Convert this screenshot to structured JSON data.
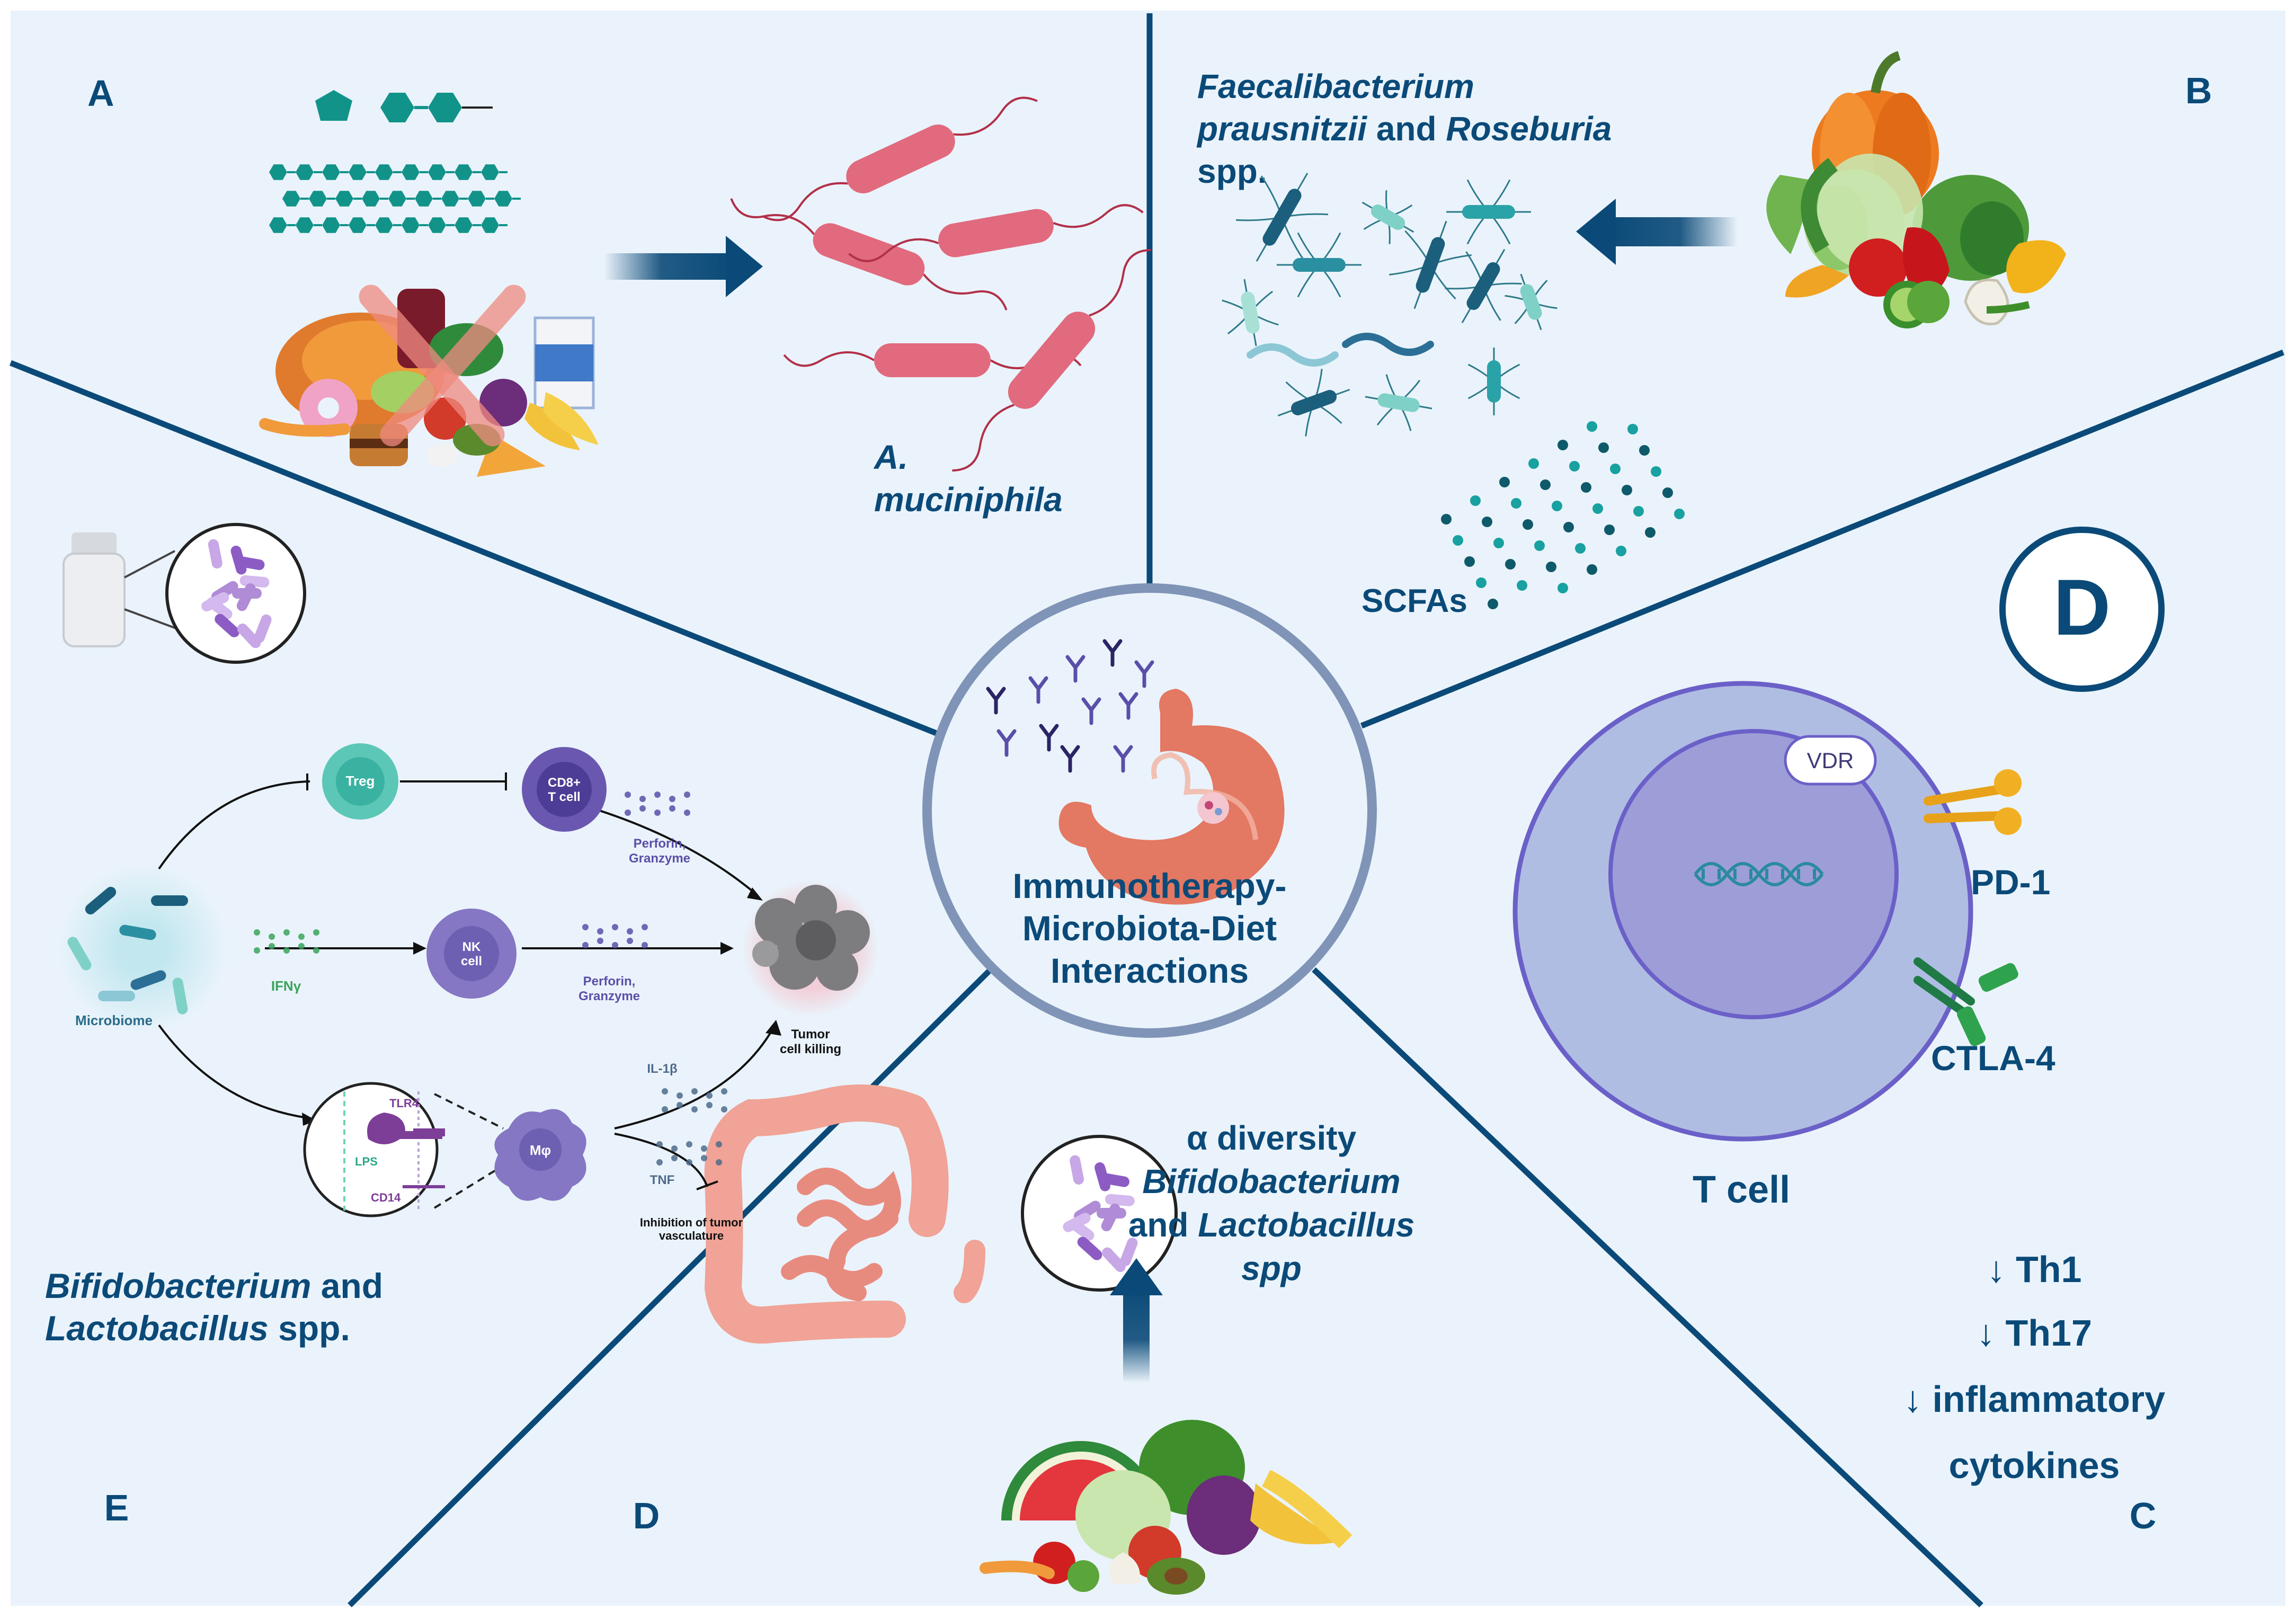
{
  "center": {
    "line1": "Immunotherapy-",
    "line2": "Microbiota-Diet",
    "line3": "Interactions"
  },
  "panel_a": {
    "letter": "A",
    "bacteria_line1": "A.",
    "bacteria_line2": "muciniphila"
  },
  "panel_b": {
    "letter": "B",
    "title_line1_italic": "Faecalibacterium",
    "title_line2_italic_a": "prausnitzii",
    "title_line2_plain": " and ",
    "title_line2_italic_b": "Roseburia",
    "title_line3": "spp.",
    "scfa": "SCFAs"
  },
  "panel_c": {
    "letter": "C",
    "circle_letter": "D",
    "vdr": "VDR",
    "pd1": "PD-1",
    "ctla4": "CTLA-4",
    "tcell": "T cell",
    "effect1": "↓ Th1",
    "effect2": "↓ Th17",
    "effect3": "↓ inflammatory",
    "effect4": "cytokines"
  },
  "panel_d": {
    "letter": "D",
    "line1": "α diversity",
    "line2_italic": "Bifidobacterium",
    "line3_plain": "and ",
    "line3_italic": "Lactobacillus",
    "line4_italic": "spp"
  },
  "panel_e": {
    "letter": "E",
    "caption_italic_a": "Bifidobacterium",
    "caption_plain_a": " and",
    "caption_italic_b": "Lactobacillus",
    "caption_plain_b": " spp.",
    "treg": "Treg",
    "cd8_line1": "CD8+",
    "cd8_line2": "T cell",
    "nk_line1": "NK",
    "nk_line2": "cell",
    "mphi": "Mφ",
    "microbiome": "Microbiome",
    "ifny": "IFNγ",
    "perforin1_line1": "Perforin,",
    "perforin1_line2": "Granzyme",
    "perforin2_line1": "Perforin,",
    "perforin2_line2": "Granzyme",
    "tlr4": "TLR4",
    "lps": "LPS",
    "cd14": "CD14",
    "il1b": "IL-1β",
    "tnf": "TNF",
    "tumor_line1": "Tumor",
    "tumor_line2": "cell killing",
    "inhib_line1": "Inhibition of tumor",
    "inhib_line2": "vasculature"
  },
  "colors": {
    "background": "#eaf3fb",
    "divider": "#0b4a78",
    "text_blue": "#0b4a78",
    "center_ring": "#7f94b7",
    "tcell_outer": "#b0bde3",
    "tcell_inner": "#9d9ed8",
    "teal": "#12938a",
    "bacteria_pink": "#e16a7e"
  }
}
